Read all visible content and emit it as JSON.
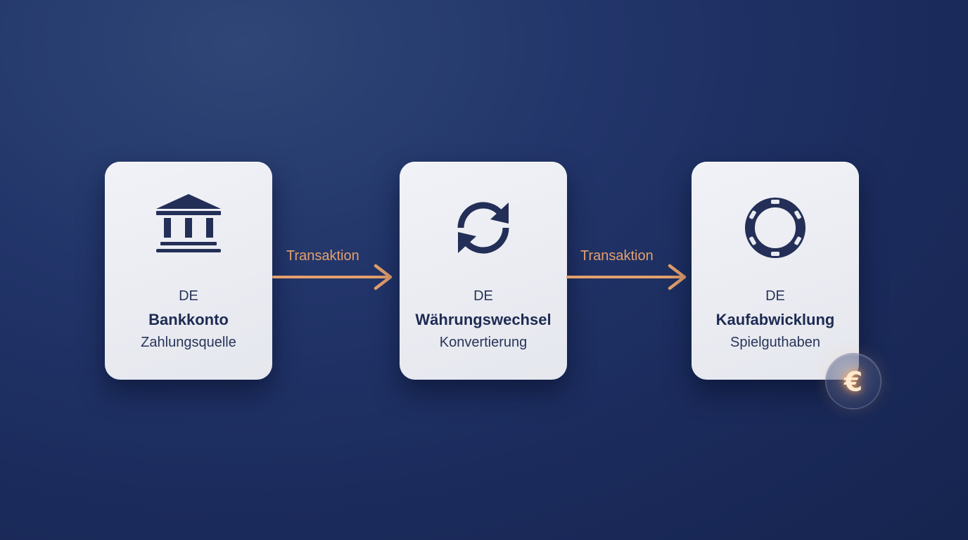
{
  "colors": {
    "background": "#1c2c5e",
    "card": "#eceef4",
    "icon": "#232f57",
    "text": "#283559",
    "accent": "#e3a06d"
  },
  "steps": [
    {
      "icon": "bank-building-icon",
      "code": "DE",
      "title": "Bankkonto",
      "subtitle": "Zahlungsquelle"
    },
    {
      "icon": "refresh-cycle-icon",
      "code": "DE",
      "title": "Währungswechsel",
      "subtitle": "Konvertierung"
    },
    {
      "icon": "casino-chip-icon",
      "code": "DE",
      "title": "Kaufabwicklung",
      "subtitle": "Spielguthaben"
    }
  ],
  "connectors": [
    {
      "label": "Transaktion"
    },
    {
      "label": "Transaktion"
    }
  ],
  "badge": {
    "icon": "euro-coin-icon",
    "symbol": "€"
  }
}
